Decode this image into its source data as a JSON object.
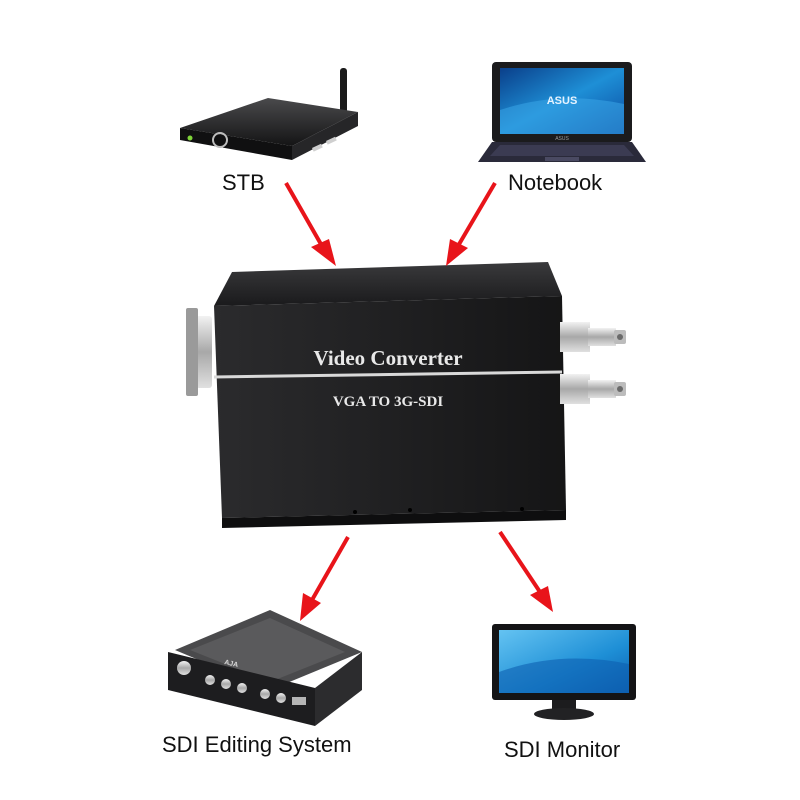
{
  "nodes": {
    "stb": {
      "label": "STB"
    },
    "notebook": {
      "label": "Notebook",
      "screen_brand": "ASUS",
      "bezel_brand": "ASUS"
    },
    "converter": {
      "title": "Video Converter",
      "subtitle": "VGA TO 3G-SDI"
    },
    "sdi_editing": {
      "label": "SDI Editing System",
      "brand": "AJA"
    },
    "sdi_monitor": {
      "label": "SDI Monitor"
    }
  },
  "colors": {
    "arrow": "#e8141a",
    "device_body": "#1d1d1f",
    "monitor_screen": "#1e8fd6"
  }
}
